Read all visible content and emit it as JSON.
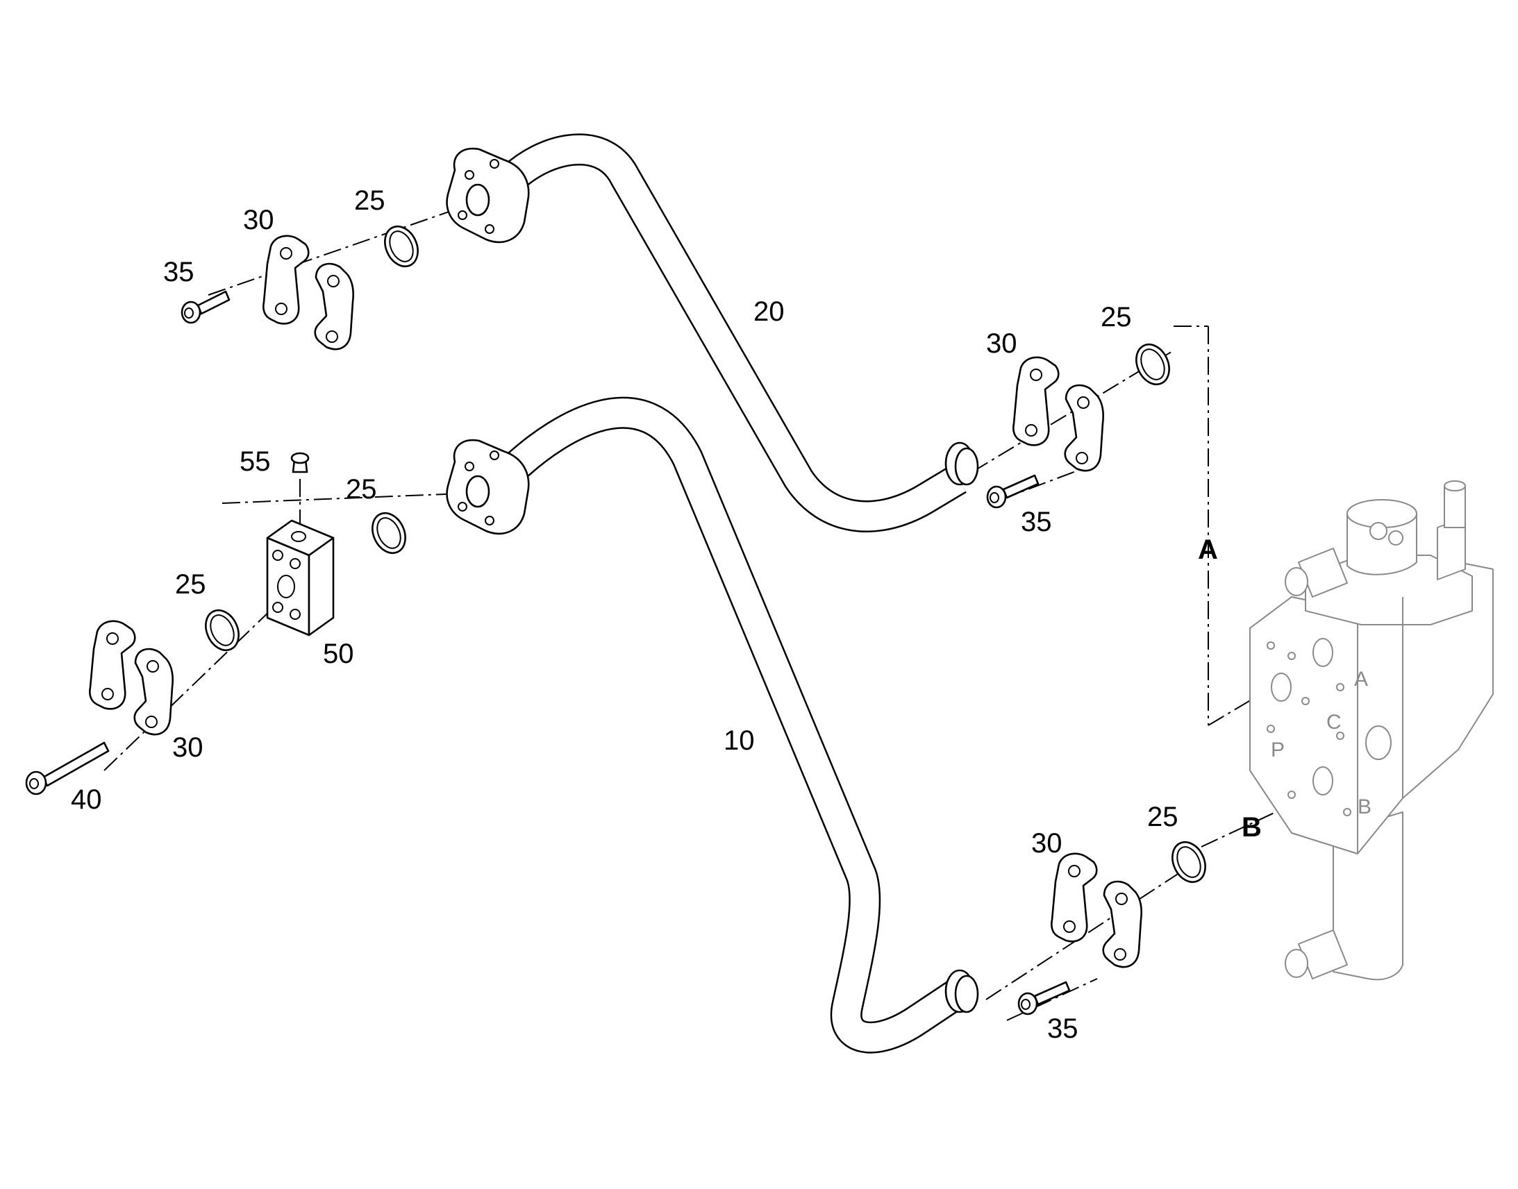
{
  "callouts": {
    "tube_upper": "20",
    "tube_lower": "10",
    "clamp_top_left": "30",
    "clamp_mid_right": "30",
    "clamp_bottom_right": "30",
    "clamp_left": "30",
    "bolt_top_left": "35",
    "bolt_mid_right": "35",
    "bolt_bottom_right": "35",
    "bolt_long": "40",
    "oring_top_left": "25",
    "oring_mid_right": "25",
    "oring_center": "25",
    "oring_left": "25",
    "oring_bottom_right": "25",
    "adapter_block": "50",
    "plug": "55"
  },
  "connections": {
    "a": "A",
    "b": "B"
  },
  "valve_ports": {
    "a": "A",
    "b": "B",
    "c": "C",
    "p": "P"
  }
}
